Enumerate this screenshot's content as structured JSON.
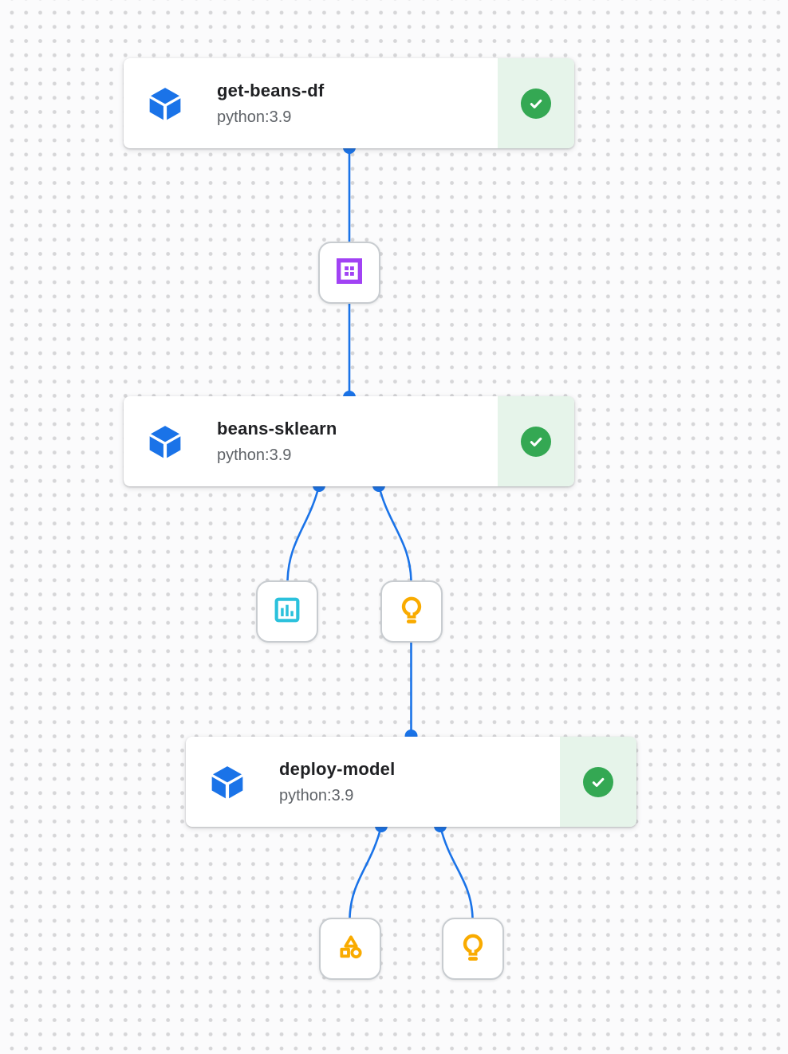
{
  "colors": {
    "edge": "#1a73e8",
    "component_icon": "#1a73e8",
    "success": "#34a853",
    "success_background": "#e6f4ea",
    "dataset": "#a142f4",
    "metrics": "#2bc1dc",
    "model": "#f9ab00"
  },
  "tasks": [
    {
      "title": "get-beans-df",
      "subtitle": "python:3.9",
      "status": "Succeeded"
    },
    {
      "title": "beans-sklearn",
      "subtitle": "python:3.9",
      "status": "Succeeded"
    },
    {
      "title": "deploy-model",
      "subtitle": "python:3.9",
      "status": "Succeeded"
    }
  ],
  "artifacts": [
    {
      "id": "dataset",
      "icon": "dataset-icon"
    },
    {
      "id": "metrics",
      "icon": "metrics-icon"
    },
    {
      "id": "model",
      "icon": "model-lightbulb-icon"
    },
    {
      "id": "deploy-artifact",
      "icon": "artifact-shapes-icon"
    },
    {
      "id": "deploy-model-artifact",
      "icon": "model-lightbulb-icon"
    }
  ],
  "edges": [
    {
      "from": "get-beans-df",
      "to": "dataset"
    },
    {
      "from": "dataset",
      "to": "beans-sklearn"
    },
    {
      "from": "beans-sklearn",
      "to": "metrics"
    },
    {
      "from": "beans-sklearn",
      "to": "model"
    },
    {
      "from": "model",
      "to": "deploy-model"
    },
    {
      "from": "deploy-model",
      "to": "deploy-artifact"
    },
    {
      "from": "deploy-model",
      "to": "deploy-model-artifact"
    }
  ]
}
